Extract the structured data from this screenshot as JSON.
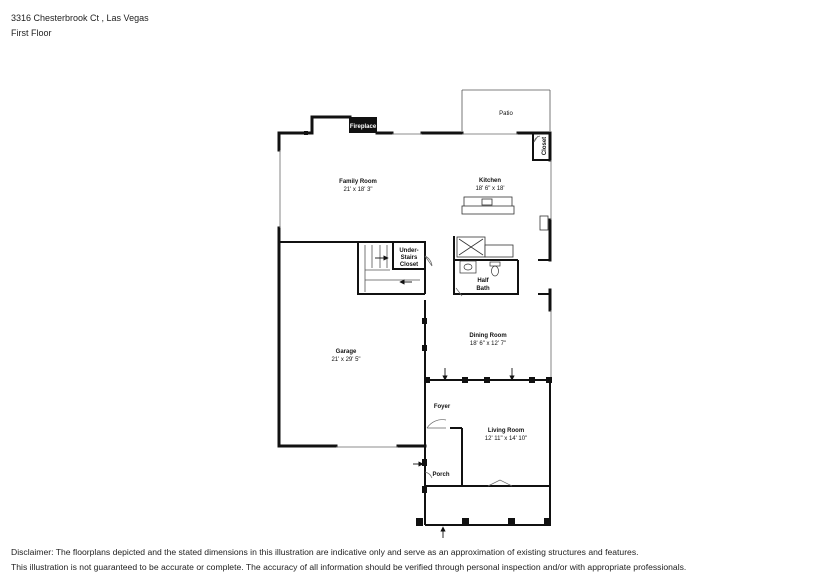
{
  "header": {
    "address": "3316 Chesterbrook Ct , Las Vegas",
    "floor": "First Floor"
  },
  "rooms": {
    "patio": {
      "name": "Patio"
    },
    "closet_kitchen": {
      "name": "Closet"
    },
    "family_room": {
      "name": "Family Room",
      "dims": "21' x 18' 3\""
    },
    "kitchen": {
      "name": "Kitchen",
      "dims": "18' 6\" x 18'"
    },
    "fireplace": {
      "name": "Fireplace"
    },
    "under_stairs_closet": {
      "line1": "Under-",
      "line2": "Stairs",
      "line3": "Closet"
    },
    "half_bath": {
      "line1": "Half",
      "line2": "Bath"
    },
    "dining_room": {
      "name": "Dining Room",
      "dims": "18' 6\" x 12' 7\""
    },
    "garage": {
      "name": "Garage",
      "dims": "21' x 29' 5\""
    },
    "foyer": {
      "name": "Foyer"
    },
    "living_room": {
      "name": "Living Room",
      "dims": "12' 11\" x 14' 10\""
    },
    "porch": {
      "name": "Porch"
    }
  },
  "disclaimer": {
    "line1": "Disclaimer: The floorplans depicted and the stated dimensions in this illustration are indicative only and serve as an approximation of existing structures and features.",
    "line2": "This illustration is not guaranteed to be accurate or complete. The accuracy of all information should be verified through personal inspection and/or with appropriate professionals."
  }
}
